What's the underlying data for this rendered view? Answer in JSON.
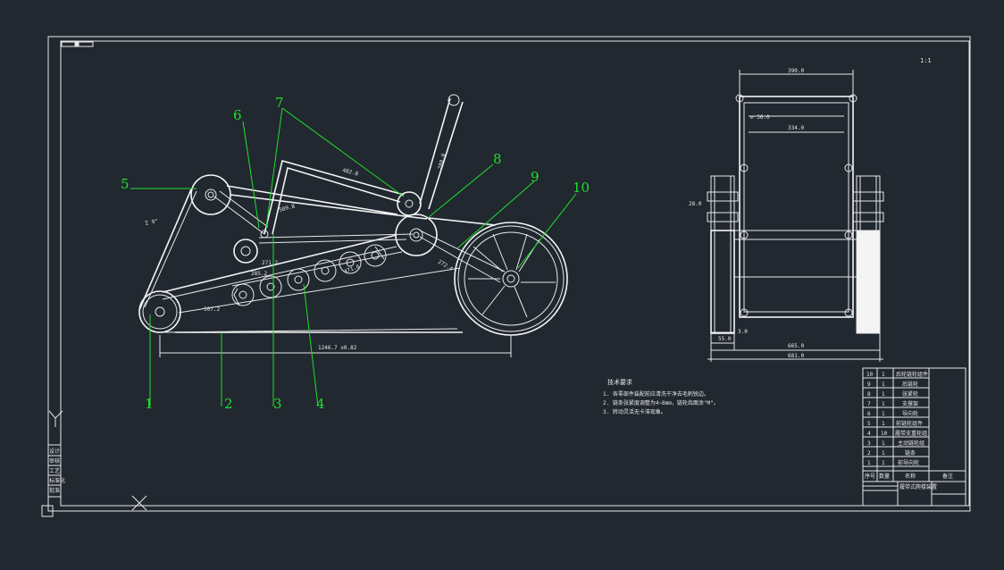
{
  "drawing": {
    "part_numbers": [
      "1",
      "2",
      "3",
      "4",
      "5",
      "6",
      "7",
      "8",
      "9",
      "10"
    ],
    "dims_side": {
      "chain_span": "1246.7 ±0.82",
      "inclined": "Σ 9°",
      "d1": "507.2",
      "d2": "482.8",
      "d3": "509.8",
      "d4": "285.2",
      "d5": "271.2",
      "d6": "471.6",
      "d7": "272.4",
      "d8": "280.0"
    },
    "dims_front": {
      "top_width": "390.0",
      "bore": "∅ 36.0",
      "inner_width": "334.0",
      "hub": "28.0",
      "left_gap": "55.0",
      "small": "3.0",
      "mid_width": "665.0",
      "overall_width": "681.0"
    },
    "corner_label": "1:1",
    "tech_req_title": "技术要求",
    "tech_req_lines": [
      "1. 各零部件装配前应清洗干净去毛刺锐边。",
      "2. 链条张紧度调整为4~8mm，链轮齿面涂\"M\"。",
      "3. 转动灵活无卡滞现象。"
    ]
  },
  "bom": {
    "rows": [
      {
        "no": "10",
        "qty": "1",
        "name": "后轮链轮组件"
      },
      {
        "no": "9",
        "qty": "1",
        "name": "后链轮"
      },
      {
        "no": "8",
        "qty": "1",
        "name": "张紧轮"
      },
      {
        "no": "7",
        "qty": "1",
        "name": "支撑架"
      },
      {
        "no": "6",
        "qty": "1",
        "name": "导向轮"
      },
      {
        "no": "5",
        "qty": "1",
        "name": "前链轮组件"
      },
      {
        "no": "4",
        "qty": "10",
        "name": "履带支重轮组"
      },
      {
        "no": "3",
        "qty": "1",
        "name": "主动链轮组"
      },
      {
        "no": "2",
        "qty": "1",
        "name": "链条"
      },
      {
        "no": "1",
        "qty": "1",
        "name": "前导向轮"
      }
    ],
    "header": {
      "no": "序号",
      "qty": "数量",
      "name": "名称",
      "remark": "备注"
    },
    "title_block": "履带式爬楼装置"
  },
  "left_strip": [
    "设计",
    "审核",
    "工艺",
    "标准化",
    "批准"
  ],
  "colors": {
    "background": "#212830",
    "lines": "#e8e8e8",
    "leaders": "#1fe02a"
  }
}
